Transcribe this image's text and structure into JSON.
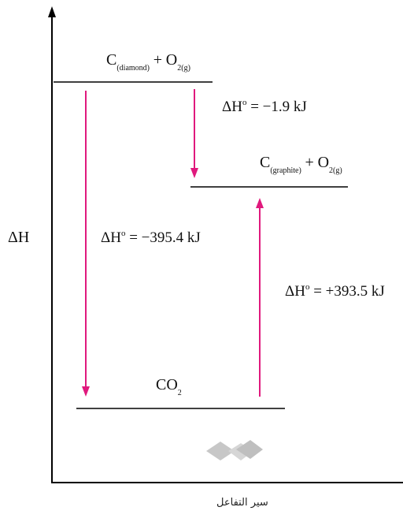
{
  "axis": {
    "y_label": "ΔH",
    "x_label": "سير التفاعل"
  },
  "levels": {
    "diamond": {
      "species": "C",
      "species_sub": "(diamond)",
      "plus": "+",
      "oxygen": "O",
      "oxygen_sub": "2(g)"
    },
    "graphite": {
      "species": "C",
      "species_sub": "(graphite)",
      "plus": "+",
      "oxygen": "O",
      "oxygen_sub": "2(g)"
    },
    "co2": {
      "species": "CO",
      "species_sub": "2"
    }
  },
  "transitions": {
    "diamond_to_graphite": {
      "prefix": "ΔH",
      "degree": "o",
      "value": " = −1.9 kJ"
    },
    "diamond_to_co2": {
      "prefix": "ΔH",
      "degree": "o",
      "value": " = −395.4 kJ"
    },
    "co2_to_graphite": {
      "prefix": "ΔH",
      "degree": "o",
      "value": " = +393.5 kJ"
    }
  },
  "colors": {
    "arrow": "#e0197d",
    "axis": "#000000",
    "level_line": "#000000",
    "watermark": "#9a9a9a"
  },
  "watermark_icon": "diamond-watermark-icon"
}
